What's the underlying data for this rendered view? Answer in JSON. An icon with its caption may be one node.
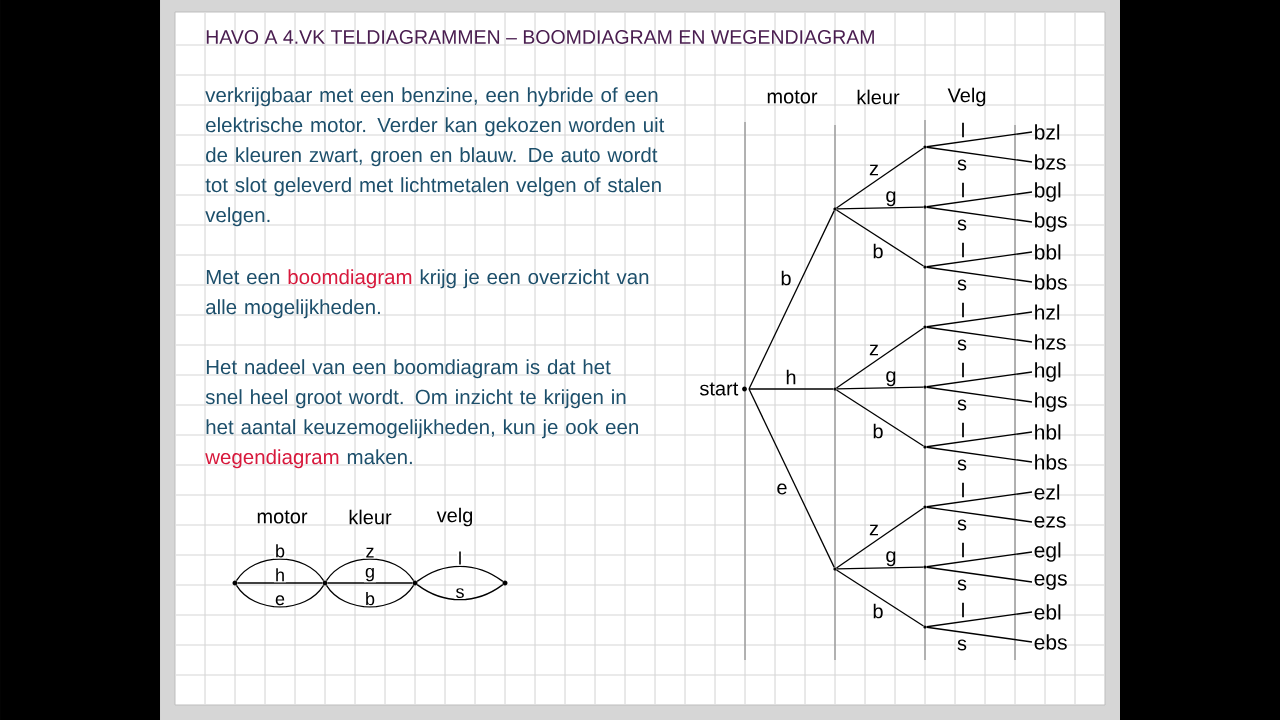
{
  "diagram": {
    "title": "HAVO A 4.VK TELDIAGRAMMEN – BOOMDIAGRAM EN WEGENDIAGRAM",
    "nodes": [
      {
        "text": [],
        "shape": "circle"
      },
      {
        "text": [],
        "shape": "circle"
      },
      {
        "text": [],
        "shape": "circle"
      },
      {
        "text": [],
        "shape": "circle"
      },
      {
        "text": [
          "start"
        ]
      },
      {
        "text": [],
        "shape": "circle"
      },
      {
        "text": [],
        "shape": "circle"
      },
      {
        "text": [],
        "shape": "circle"
      },
      {
        "text": [],
        "shape": "circle"
      },
      {
        "text": [],
        "shape": "circle"
      },
      {
        "text": [],
        "shape": "circle"
      },
      {
        "text": [],
        "shape": "circle"
      },
      {
        "text": [],
        "shape": "circle"
      },
      {
        "text": [],
        "shape": "circle"
      },
      {
        "text": [],
        "shape": "circle"
      },
      {
        "text": [],
        "shape": "circle"
      },
      {
        "text": [],
        "shape": "circle"
      },
      {
        "text": [
          "bzl"
        ]
      },
      {
        "text": [
          "bzs"
        ]
      },
      {
        "text": [
          "bgl"
        ]
      },
      {
        "text": [
          "bgs"
        ]
      },
      {
        "text": [
          "bbl"
        ]
      },
      {
        "text": [
          "bbs"
        ]
      },
      {
        "text": [
          "hzl"
        ]
      },
      {
        "text": [
          "hzs"
        ]
      },
      {
        "text": [
          "hgl"
        ]
      },
      {
        "text": [
          "hgs"
        ]
      },
      {
        "text": [
          "hbl"
        ]
      },
      {
        "text": [
          "hbs"
        ]
      },
      {
        "text": [
          "ezl"
        ]
      },
      {
        "text": [
          "ezs"
        ]
      },
      {
        "text": [
          "egl"
        ]
      },
      {
        "text": [
          "egs"
        ]
      },
      {
        "text": [
          "ebl"
        ]
      },
      {
        "text": [
          "ebs"
        ]
      }
    ],
    "edges": [
      {
        "from": 0,
        "to": 1,
        "arrow": "none",
        "label": "b"
      },
      {
        "from": 0,
        "to": 1,
        "arrow": "none",
        "label": "h"
      },
      {
        "from": 0,
        "to": 1,
        "arrow": "none",
        "label": "e"
      },
      {
        "from": 1,
        "to": 2,
        "arrow": "none",
        "label": "z"
      },
      {
        "from": 1,
        "to": 2,
        "arrow": "none",
        "label": "g"
      },
      {
        "from": 1,
        "to": 2,
        "arrow": "none",
        "label": "b"
      },
      {
        "from": 2,
        "to": 3,
        "arrow": "none",
        "label": "l"
      },
      {
        "from": 2,
        "to": 3,
        "arrow": "none",
        "label": "s"
      },
      {
        "from": 4,
        "to": 5,
        "arrow": "none",
        "label": "b"
      },
      {
        "from": 4,
        "to": 6,
        "arrow": "none",
        "label": "h"
      },
      {
        "from": 4,
        "to": 7,
        "arrow": "none",
        "label": "e"
      },
      {
        "from": 5,
        "to": 8,
        "arrow": "none",
        "label": "z"
      },
      {
        "from": 5,
        "to": 9,
        "arrow": "none",
        "label": "g"
      },
      {
        "from": 5,
        "to": 10,
        "arrow": "none",
        "label": "b"
      },
      {
        "from": 6,
        "to": 11,
        "arrow": "none",
        "label": "z"
      },
      {
        "from": 6,
        "to": 12,
        "arrow": "none",
        "label": "g"
      },
      {
        "from": 6,
        "to": 13,
        "arrow": "none",
        "label": "b"
      },
      {
        "from": 7,
        "to": 14,
        "arrow": "none",
        "label": "z"
      },
      {
        "from": 7,
        "to": 15,
        "arrow": "none",
        "label": "g"
      },
      {
        "from": 7,
        "to": 16,
        "arrow": "none",
        "label": "b"
      },
      {
        "from": 8,
        "to": 17,
        "arrow": "none",
        "label": "l"
      },
      {
        "from": 8,
        "to": 18,
        "arrow": "none",
        "label": "s"
      },
      {
        "from": 9,
        "to": 19,
        "arrow": "none",
        "label": "l"
      },
      {
        "from": 9,
        "to": 20,
        "arrow": "none",
        "label": "s"
      },
      {
        "from": 10,
        "to": 21,
        "arrow": "none",
        "label": "l"
      },
      {
        "from": 10,
        "to": 22,
        "arrow": "none",
        "label": "s"
      },
      {
        "from": 11,
        "to": 23,
        "arrow": "none",
        "label": "l"
      },
      {
        "from": 11,
        "to": 24,
        "arrow": "none",
        "label": "s"
      },
      {
        "from": 12,
        "to": 25,
        "arrow": "none",
        "label": "l"
      },
      {
        "from": 12,
        "to": 26,
        "arrow": "none",
        "label": "s"
      },
      {
        "from": 13,
        "to": 27,
        "arrow": "none",
        "label": "l"
      },
      {
        "from": 13,
        "to": 28,
        "arrow": "none",
        "label": "s"
      },
      {
        "from": 14,
        "to": 29,
        "arrow": "none",
        "label": "l"
      },
      {
        "from": 14,
        "to": 30,
        "arrow": "none",
        "label": "s"
      },
      {
        "from": 15,
        "to": 31,
        "arrow": "none",
        "label": "l"
      },
      {
        "from": 15,
        "to": 32,
        "arrow": "none",
        "label": "s"
      },
      {
        "from": 16,
        "to": 33,
        "arrow": "none",
        "label": "l"
      },
      {
        "from": 16,
        "to": 34,
        "arrow": "none",
        "label": "s"
      }
    ],
    "labels": [
      "verkrijgbaar met een benzine, een hybride of een elektrische motor. Verder kan gekozen worden uit de kleuren zwart, groen en blauw. De auto wordt tot slot geleverd met lichtmetalen velgen of stalen velgen.",
      "Met een **boomdiagram** krijg je een overzicht van alle mogelijkheden.",
      "Het nadeel van een boomdiagram is dat het snel heel groot wordt. Om inzicht te krijgen in het aantal keuzemogelijkheden, kun je ook een **wegendiagram** maken.",
      "motor",
      "kleur",
      "velg",
      "motor",
      "kleur",
      "Velg"
    ]
  }
}
